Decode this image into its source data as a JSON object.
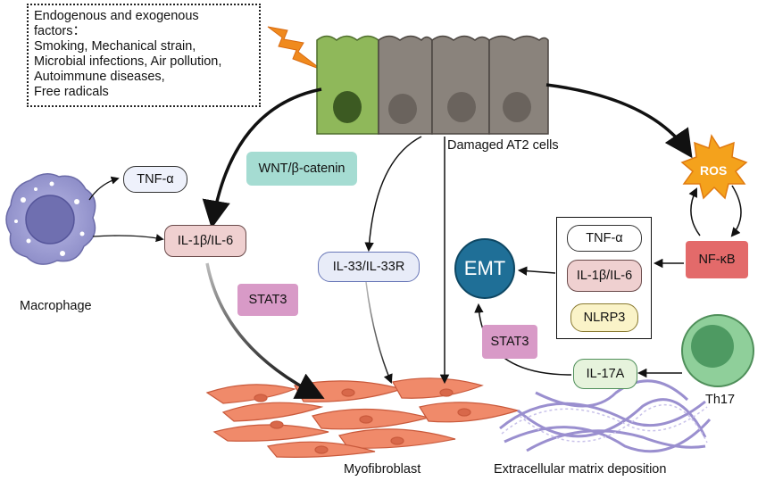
{
  "factors": {
    "lines": [
      "Endogenous and exogenous",
      "factors：",
      "Smoking, Mechanical strain,",
      "Microbial infections, Air pollution,",
      "Autoimmune diseases,",
      "Free radicals"
    ]
  },
  "labels": {
    "damaged_cells": "Damaged AT2 cells",
    "macrophage": "Macrophage",
    "myofibroblast": "Myofibroblast",
    "ecm": "Extracellular matrix deposition",
    "th17": "Th17",
    "ros": "ROS",
    "emt": "EMT"
  },
  "boxes": {
    "tnf_left": "TNF-α",
    "wnt": "WNT/β-catenin",
    "il1b_left": "IL-1β/IL-6",
    "stat3_left": "STAT3",
    "il33": "IL-33/IL-33R",
    "nfkb": "NF-κB",
    "tnf_right": "TNF-α",
    "il1b_right": "IL-1β/IL-6",
    "nlrp3": "NLRP3",
    "stat3_right": "STAT3",
    "il17a": "IL-17A"
  },
  "colors": {
    "cell_green": "#8fb85a",
    "cell_gray": "#8a837c",
    "ros_orange": "#f4a21c",
    "emt_blue": "#1f6f97",
    "nfkb_red": "#e36a6a",
    "wnt_teal": "#a5dcd2",
    "stat3_pink": "#d89ac7",
    "il1b_pink": "#efd0d0",
    "il33_blue": "#e8ecf8",
    "nlrp3_yellow": "#faf3c8",
    "il17a_green": "#e6f3dc",
    "th17_green": "#7dba88",
    "macrophage_purple": "#9b9bd0",
    "fibroblast_orange": "#f08a6a",
    "ecm_purple": "#9a8fcf"
  }
}
